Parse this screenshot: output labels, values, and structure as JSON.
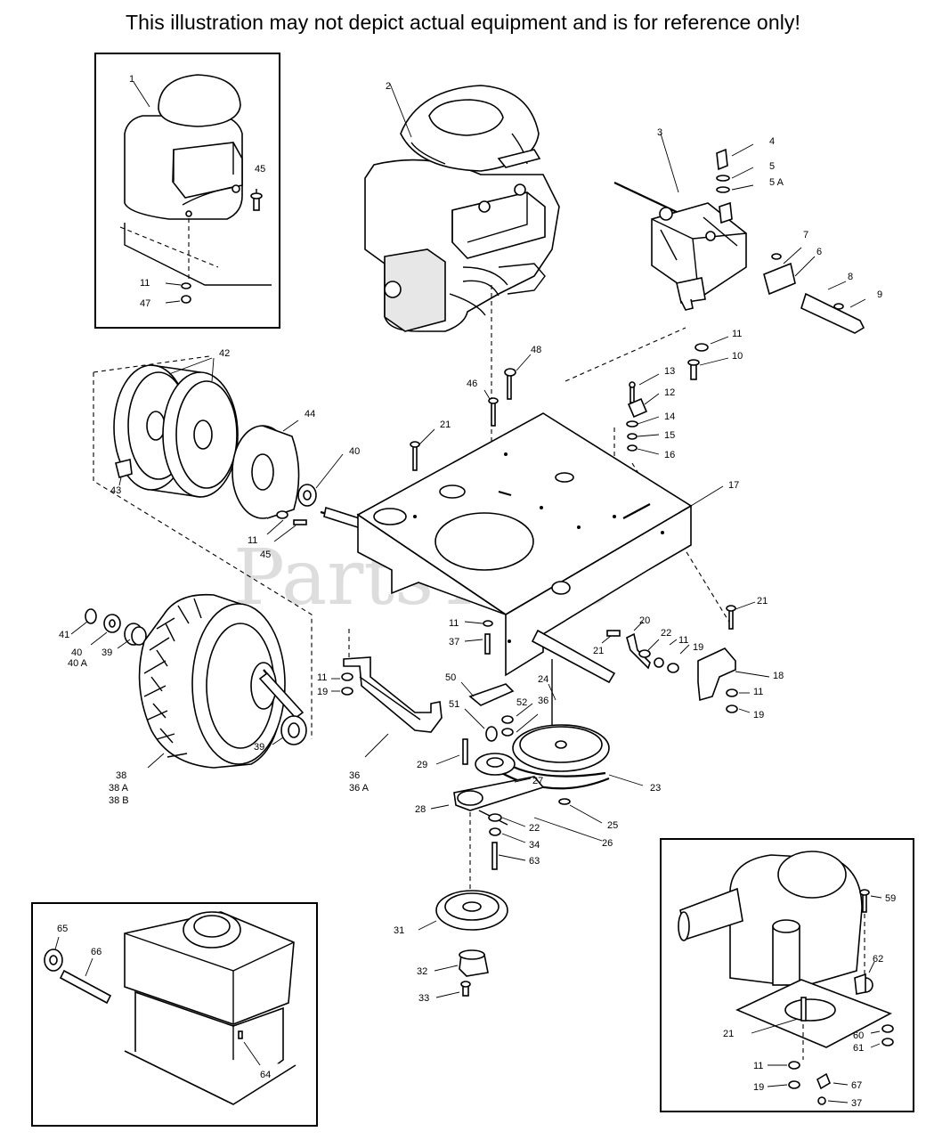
{
  "disclaimer": "This illustration may not depict actual equipment and is for reference only!",
  "watermark": "PartsTree",
  "watermark_tm": "TM",
  "callouts": {
    "c1": "1",
    "c2": "2",
    "c3": "3",
    "c4": "4",
    "c5": "5",
    "c5a": "5 A",
    "c6": "6",
    "c7": "7",
    "c8": "8",
    "c9": "9",
    "c10": "10",
    "c11a": "11",
    "c11b": "11",
    "c11c": "11",
    "c11d": "11",
    "c11e": "11",
    "c11f": "11",
    "c11g": "11",
    "c11h": "11",
    "c12": "12",
    "c13": "13",
    "c14": "14",
    "c15": "15",
    "c16": "16",
    "c17": "17",
    "c18": "18",
    "c19a": "19",
    "c19b": "19",
    "c19c": "19",
    "c19d": "19",
    "c20": "20",
    "c21a": "21",
    "c21b": "21",
    "c21c": "21",
    "c21d": "21",
    "c22a": "22",
    "c22b": "22",
    "c23": "23",
    "c24": "24",
    "c25": "25",
    "c26": "26",
    "c27": "27",
    "c28": "28",
    "c29": "29",
    "c31": "31",
    "c32": "32",
    "c33": "33",
    "c34": "34",
    "c36": "36",
    "c36a": "36 A",
    "c36b": "36",
    "c37a": "37",
    "c37b": "37",
    "c38": "38",
    "c38a": "38 A",
    "c38b": "38 B",
    "c39a": "39",
    "c39b": "39",
    "c40": "40",
    "c40b": "40",
    "c40a": "40 A",
    "c41": "41",
    "c42": "42",
    "c43": "43",
    "c44": "44",
    "c45a": "45",
    "c45b": "45",
    "c46": "46",
    "c47": "47",
    "c48": "48",
    "c50": "50",
    "c51": "51",
    "c52": "52",
    "c59": "59",
    "c60": "60",
    "c61": "61",
    "c62": "62",
    "c63": "63",
    "c64": "64",
    "c65": "65",
    "c66": "66",
    "c67": "67"
  }
}
